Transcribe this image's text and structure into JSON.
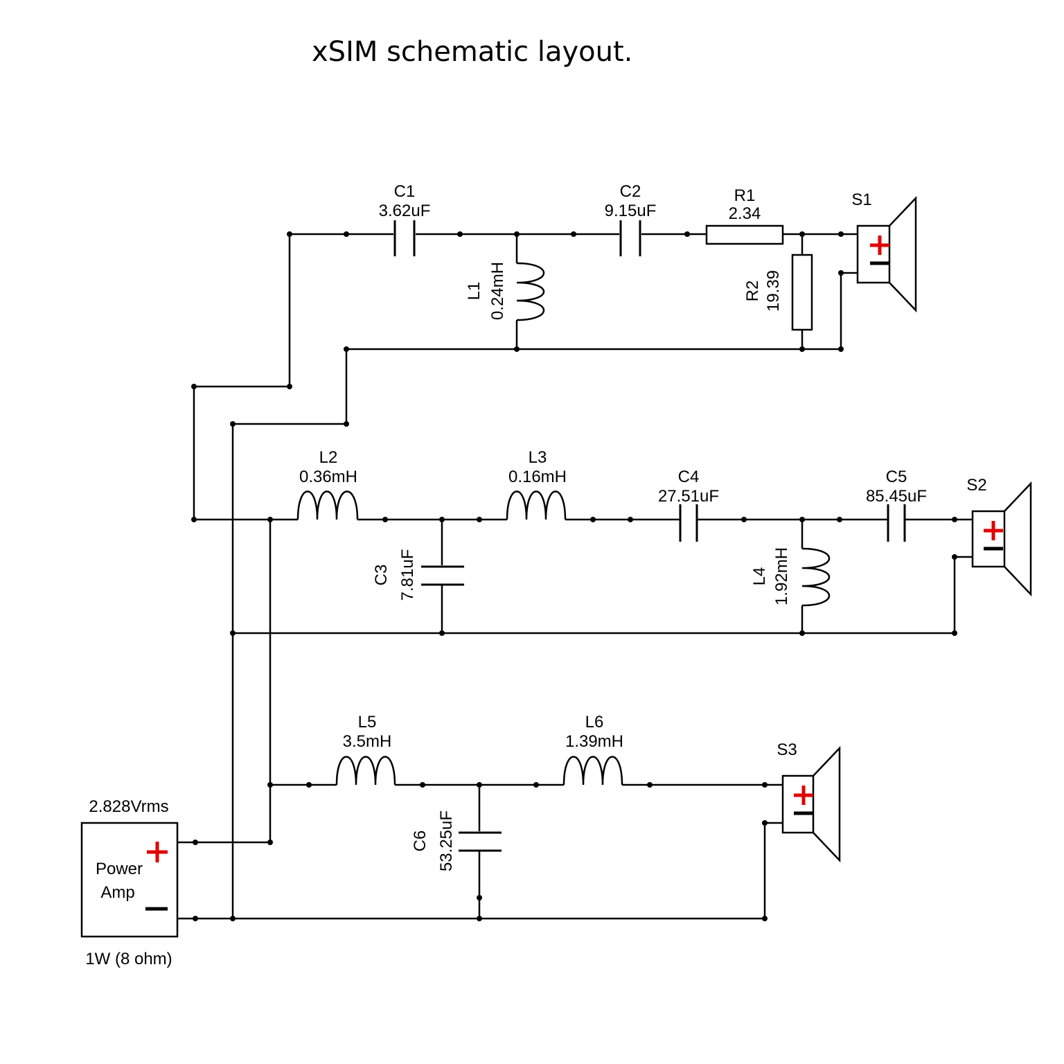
{
  "title": "xSIM schematic layout.",
  "colors": {
    "plus": "#e00000",
    "wire": "#000000"
  },
  "amp": {
    "voltage": "2.828Vrms",
    "label_line1": "Power",
    "label_line2": "Amp",
    "power": "1W (8 ohm)"
  },
  "components": {
    "C1": {
      "name": "C1",
      "value": "3.62uF"
    },
    "C2": {
      "name": "C2",
      "value": "9.15uF"
    },
    "R1": {
      "name": "R1",
      "value": "2.34"
    },
    "R2": {
      "name": "R2",
      "value": "19.39"
    },
    "L1": {
      "name": "L1",
      "value": "0.24mH"
    },
    "L2": {
      "name": "L2",
      "value": "0.36mH"
    },
    "L3": {
      "name": "L3",
      "value": "0.16mH"
    },
    "C3": {
      "name": "C3",
      "value": "7.81uF"
    },
    "C4": {
      "name": "C4",
      "value": "27.51uF"
    },
    "C5": {
      "name": "C5",
      "value": "85.45uF"
    },
    "L4": {
      "name": "L4",
      "value": "1.92mH"
    },
    "L5": {
      "name": "L5",
      "value": "3.5mH"
    },
    "L6": {
      "name": "L6",
      "value": "1.39mH"
    },
    "C6": {
      "name": "C6",
      "value": "53.25uF"
    }
  },
  "speakers": {
    "S1": "S1",
    "S2": "S2",
    "S3": "S3"
  }
}
